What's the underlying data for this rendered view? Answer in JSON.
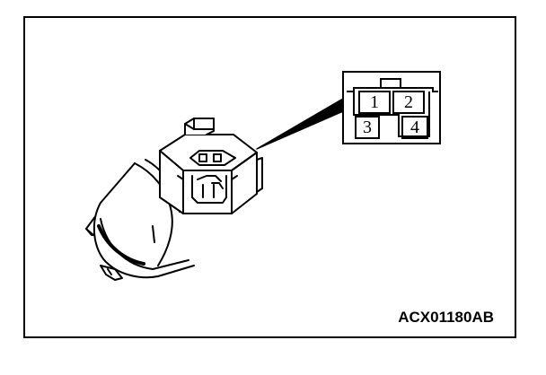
{
  "connector": {
    "pins": [
      {
        "number": "1"
      },
      {
        "number": "2"
      },
      {
        "number": "3"
      },
      {
        "number": "4"
      }
    ]
  },
  "reference_code": "ACX01180AB",
  "colors": {
    "line": "#000000",
    "background": "#ffffff"
  }
}
